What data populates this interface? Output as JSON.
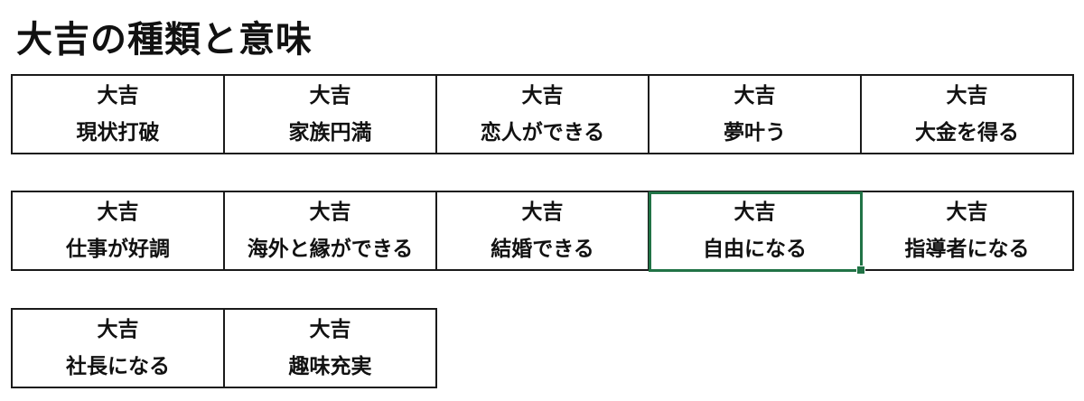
{
  "title": "大吉の種類と意味",
  "accent_color": "#217346",
  "selected_cell": "自由になる",
  "rows": [
    [
      {
        "fortune": "大吉",
        "meaning": "現状打破"
      },
      {
        "fortune": "大吉",
        "meaning": "家族円満"
      },
      {
        "fortune": "大吉",
        "meaning": "恋人ができる"
      },
      {
        "fortune": "大吉",
        "meaning": "夢叶う"
      },
      {
        "fortune": "大吉",
        "meaning": "大金を得る"
      }
    ],
    [
      {
        "fortune": "大吉",
        "meaning": "仕事が好調"
      },
      {
        "fortune": "大吉",
        "meaning": "海外と縁ができる"
      },
      {
        "fortune": "大吉",
        "meaning": "結婚できる"
      },
      {
        "fortune": "大吉",
        "meaning": "自由になる"
      },
      {
        "fortune": "大吉",
        "meaning": "指導者になる"
      }
    ],
    [
      {
        "fortune": "大吉",
        "meaning": "社長になる"
      },
      {
        "fortune": "大吉",
        "meaning": "趣味充実"
      }
    ]
  ]
}
